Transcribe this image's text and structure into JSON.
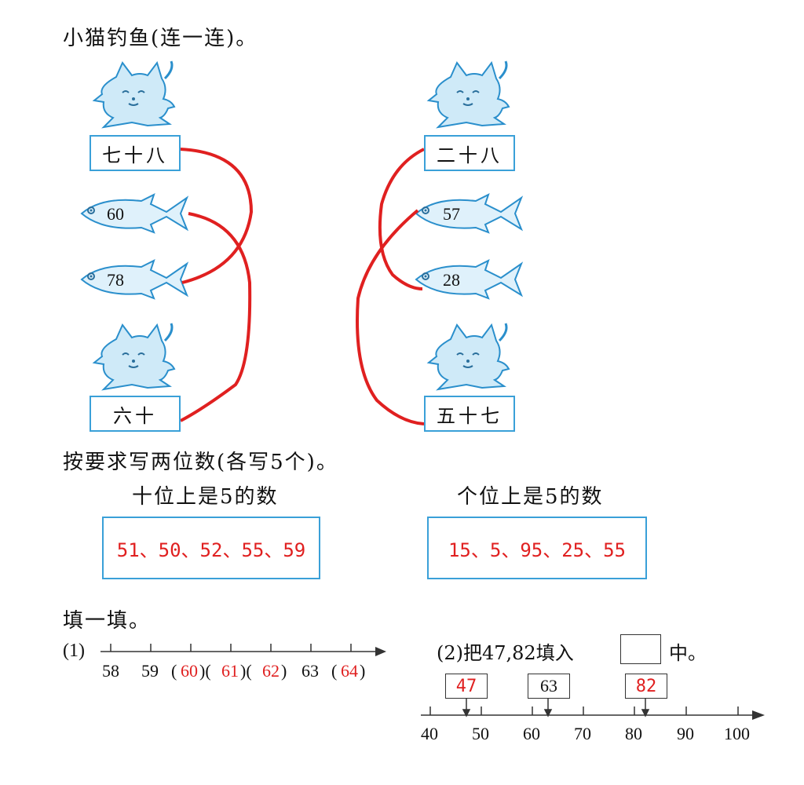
{
  "section1": {
    "title": "小猫钓鱼(连一连)。",
    "left_cats": [
      "七十八",
      "六十"
    ],
    "left_fish": [
      "60",
      "78"
    ],
    "right_cats": [
      "二十八",
      "五十七"
    ],
    "right_fish": [
      "57",
      "28"
    ]
  },
  "section2": {
    "title": "按要求写两位数(各写5个)。",
    "left_label": "十位上是5的数",
    "left_answer": "51、50、52、55、59",
    "right_label": "个位上是5的数",
    "right_answer": "15、5、95、25、55"
  },
  "section3": {
    "title": "填一填。",
    "part1": {
      "prefix": "(1)",
      "labels": [
        "58",
        "59",
        "(",
        "60",
        ")(",
        "61",
        ")(",
        "62",
        ")",
        "63",
        "(",
        "64",
        ")"
      ]
    },
    "part2": {
      "prefix": "(2)把47,82填入",
      "suffix": "中。",
      "box_values": [
        "47",
        "63",
        "82"
      ],
      "tick_labels": [
        "40",
        "50",
        "60",
        "70",
        "80",
        "90",
        "100"
      ]
    }
  },
  "colors": {
    "accent_blue": "#3aa0d8",
    "answer_red": "#e02020",
    "line_red": "#e02020"
  }
}
